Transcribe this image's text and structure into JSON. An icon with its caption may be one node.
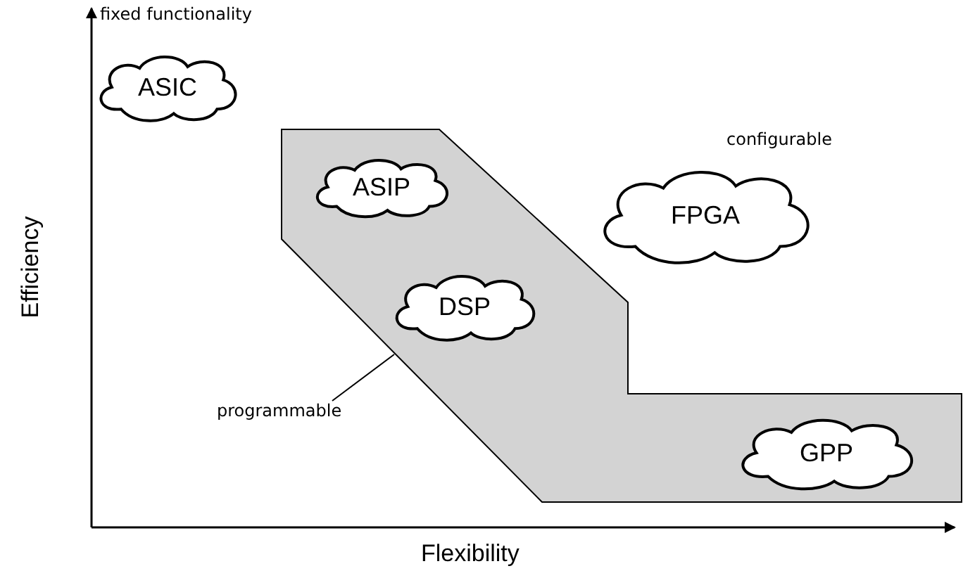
{
  "diagram": {
    "nodes": [
      {
        "text": [
          "ASIC"
        ]
      },
      {
        "text": [],
        "shape": "band"
      },
      {
        "text": [
          "ASIP"
        ],
        "in": 1
      },
      {
        "text": [
          "DSP"
        ],
        "in": 1
      },
      {
        "text": [
          "FPGA"
        ],
        "beside": [
          "configurable"
        ]
      },
      {
        "text": [
          "GPP"
        ],
        "in": 1
      },
      {
        "text": [
          "programmable"
        ]
      }
    ],
    "edges": [
      {
        "from": 6,
        "to": 1,
        "arrow": "none"
      }
    ],
    "labels": [
      "fixed functionality",
      "Efficiency",
      "Flexibility"
    ]
  }
}
